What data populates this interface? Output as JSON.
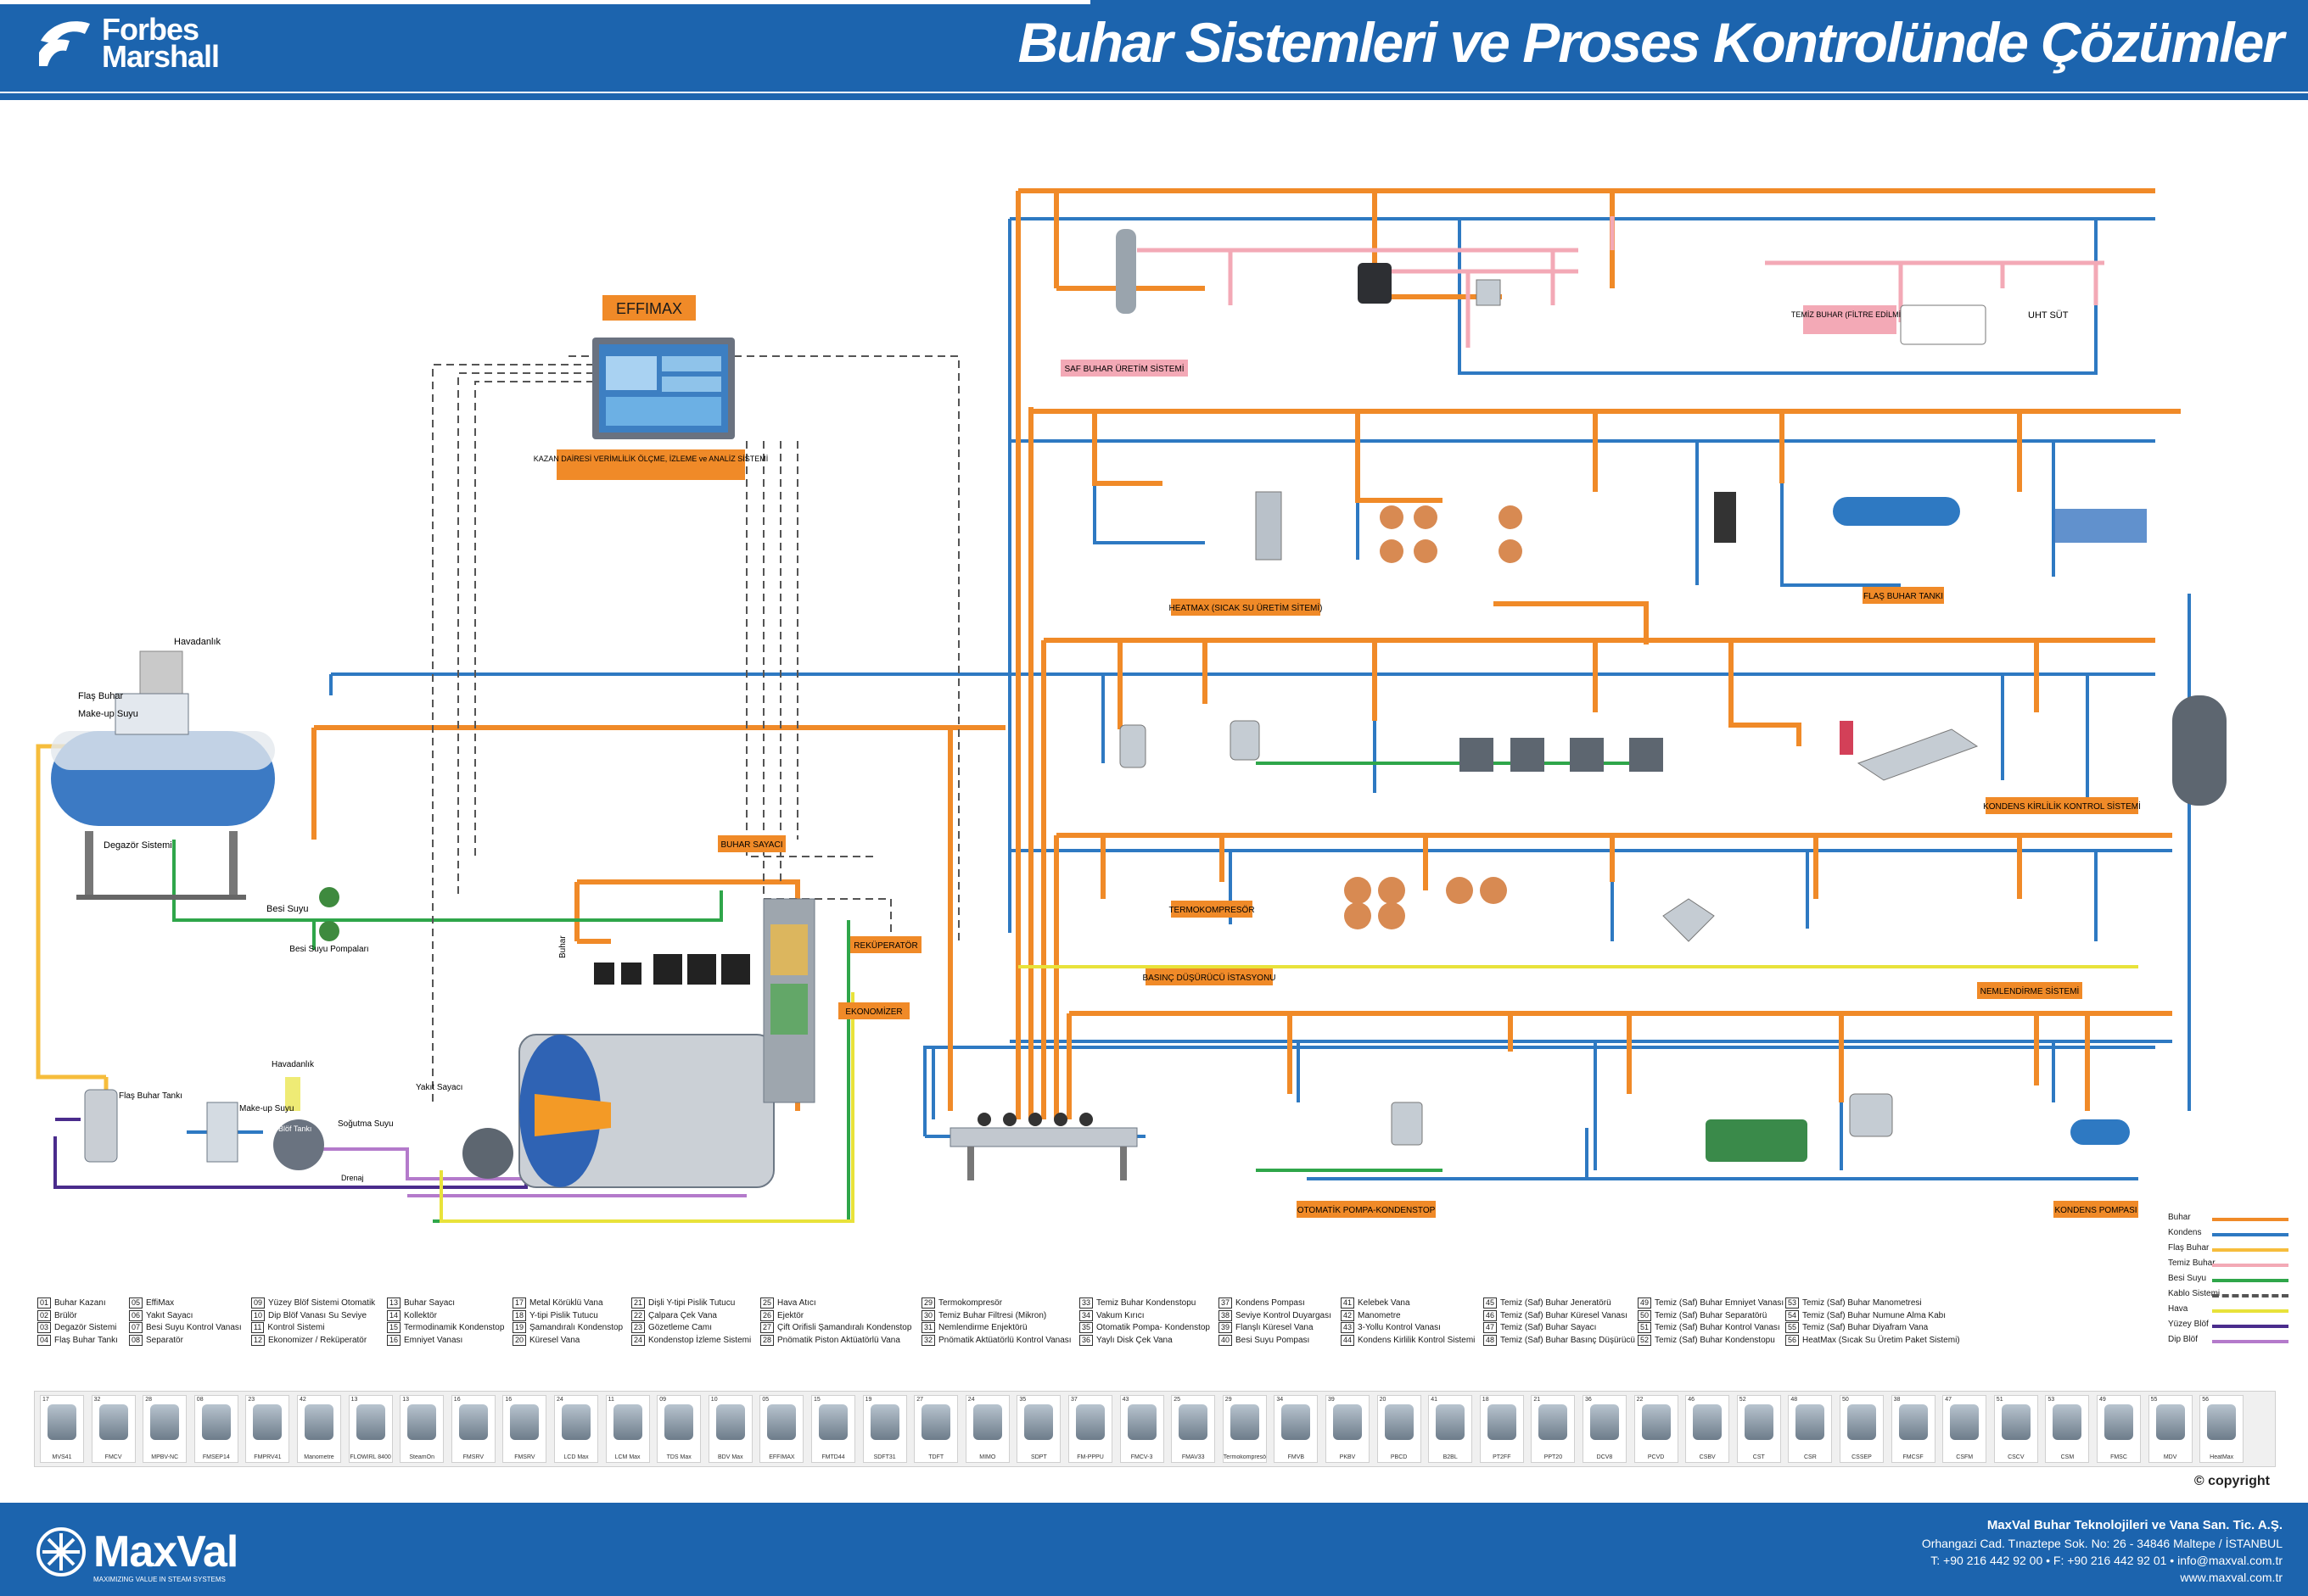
{
  "header": {
    "brand_line1": "Forbes",
    "brand_line2": "Marshall",
    "title": "Buhar Sistemleri ve Proses Kontrolünde Çözümler"
  },
  "colors": {
    "buhar": "#f08a28",
    "kondens": "#2e79c2",
    "flas_buhar": "#f6bd3c",
    "temiz_buhar": "#f3a9b6",
    "besi_suyu": "#2fa64a",
    "kablo": "#555555",
    "hava": "#e8e23a",
    "yuzey_blof": "#4a2c8c",
    "dip_blof": "#b47acb"
  },
  "labels": {
    "effimax": "EFFIMAX",
    "effimax_caption": "KAZAN DAİRESİ VERİMLİLİK ÖLÇME, İZLEME ve ANALİZ SİSTEMİ",
    "havadanlik": "Havadanlık",
    "flas_buhar": "Flaş Buhar",
    "makeup_suyu": "Make-up Suyu",
    "degazor": "Degazör Sistemi",
    "besi_suyu": "Besi Suyu",
    "besi_suyu_pompalari": "Besi Suyu Pompaları",
    "buhar_sayaci": "BUHAR SAYACI",
    "rekuperator": "REKÜPERATÖR",
    "ekonomizer": "EKONOMİZER",
    "buhar": "Buhar",
    "flas_buhar_tanki": "Flaş Buhar Tankı",
    "havadanlik2": "Havadanlık",
    "makeup_suyu2": "Make-up Suyu",
    "blof_tanki": "Blöf Tankı",
    "sogutma_suyu": "Soğutma Suyu",
    "yakit_sayaci": "Yakıt Sayacı",
    "drenaj": "Drenaj",
    "saf_buhar": "SAF BUHAR ÜRETİM SİSTEMİ",
    "temiz_buhar": "TEMİZ BUHAR (FİLTRE EDİLMİŞ)",
    "uht": "UHT SÜT",
    "heatmax": "HEATMAX (SICAK SU ÜRETİM SİTEMİ)",
    "flas_buhar_tanki_box": "FLAŞ BUHAR TANKI",
    "kondens_kirlilik": "KONDENS KİRLİLİK KONTROL SİSTEMİ",
    "termokompresor": "TERMOKOMPRESÖR",
    "basinc_dusurucu": "BASINÇ DÜŞÜRÜCÜ İSTASYONU",
    "nemlendirme": "NEMLENDİRME SİSTEMİ",
    "otomatik_pompa": "OTOMATİK POMPA-KONDENSTOP",
    "kondens_pompasi": "KONDENS POMPASI"
  },
  "line_legend": [
    {
      "label": "Buhar",
      "color": "#f08a28",
      "dash": false
    },
    {
      "label": "Kondens",
      "color": "#2e79c2",
      "dash": false
    },
    {
      "label": "Flaş Buhar",
      "color": "#f6bd3c",
      "dash": false
    },
    {
      "label": "Temiz Buhar",
      "color": "#f3a9b6",
      "dash": false
    },
    {
      "label": "Besi Suyu",
      "color": "#2fa64a",
      "dash": false
    },
    {
      "label": "Kablo Sistemi",
      "color": "#555555",
      "dash": true
    },
    {
      "label": "Hava",
      "color": "#e8e23a",
      "dash": false
    },
    {
      "label": "Yüzey Blöf",
      "color": "#4a2c8c",
      "dash": false
    },
    {
      "label": "Dip Blöf",
      "color": "#b47acb",
      "dash": false
    }
  ],
  "legend_columns": [
    [
      {
        "n": "01",
        "t": "Buhar Kazanı"
      },
      {
        "n": "02",
        "t": "Brülör"
      },
      {
        "n": "03",
        "t": "Degazör Sistemi"
      },
      {
        "n": "04",
        "t": "Flaş Buhar Tankı"
      }
    ],
    [
      {
        "n": "05",
        "t": "EffiMax"
      },
      {
        "n": "06",
        "t": "Yakıt Sayacı"
      },
      {
        "n": "07",
        "t": "Besi Suyu Kontrol Vanası"
      },
      {
        "n": "08",
        "t": "Separatör"
      }
    ],
    [
      {
        "n": "09",
        "t": "Yüzey Blöf Sistemi Otomatik"
      },
      {
        "n": "10",
        "t": "Dip Blöf Vanası Su Seviye"
      },
      {
        "n": "11",
        "t": "Kontrol Sistemi"
      },
      {
        "n": "12",
        "t": "Ekonomizer / Reküperatör"
      }
    ],
    [
      {
        "n": "13",
        "t": "Buhar Sayacı"
      },
      {
        "n": "14",
        "t": "Kollektör"
      },
      {
        "n": "15",
        "t": "Termodinamik Kondenstop"
      },
      {
        "n": "16",
        "t": "Emniyet Vanası"
      }
    ],
    [
      {
        "n": "17",
        "t": "Metal Körüklü Vana"
      },
      {
        "n": "18",
        "t": "Y-tipi Pislik Tutucu"
      },
      {
        "n": "19",
        "t": "Şamandıralı Kondenstop"
      },
      {
        "n": "20",
        "t": "Küresel Vana"
      }
    ],
    [
      {
        "n": "21",
        "t": "Dişli Y-tipi Pislik Tutucu"
      },
      {
        "n": "22",
        "t": "Çalpara Çek Vana"
      },
      {
        "n": "23",
        "t": "Gözetleme Camı"
      },
      {
        "n": "24",
        "t": "Kondenstop İzleme Sistemi"
      }
    ],
    [
      {
        "n": "25",
        "t": "Hava Atıcı"
      },
      {
        "n": "26",
        "t": "Ejektör"
      },
      {
        "n": "27",
        "t": "Çift Orifisli Şamandıralı Kondenstop"
      },
      {
        "n": "28",
        "t": "Pnömatik Piston Aktüatörlü Vana"
      }
    ],
    [
      {
        "n": "29",
        "t": "Termokompresör"
      },
      {
        "n": "30",
        "t": "Temiz Buhar Filtresi (Mikron)"
      },
      {
        "n": "31",
        "t": "Nemlendirme Enjektörü"
      },
      {
        "n": "32",
        "t": "Pnömatik Aktüatörlü Kontrol Vanası"
      }
    ],
    [
      {
        "n": "33",
        "t": "Temiz Buhar Kondenstopu"
      },
      {
        "n": "34",
        "t": "Vakum Kırıcı"
      },
      {
        "n": "35",
        "t": "Otomatik Pompa- Kondenstop"
      },
      {
        "n": "36",
        "t": "Yaylı Disk Çek Vana"
      }
    ],
    [
      {
        "n": "37",
        "t": "Kondens Pompası"
      },
      {
        "n": "38",
        "t": "Seviye Kontrol Duyargası"
      },
      {
        "n": "39",
        "t": "Flanşlı Küresel Vana"
      },
      {
        "n": "40",
        "t": "Besi Suyu Pompası"
      }
    ],
    [
      {
        "n": "41",
        "t": "Kelebek Vana"
      },
      {
        "n": "42",
        "t": "Manometre"
      },
      {
        "n": "43",
        "t": "3-Yollu Kontrol Vanası"
      },
      {
        "n": "44",
        "t": "Kondens Kirlilik Kontrol Sistemi"
      }
    ],
    [
      {
        "n": "45",
        "t": "Temiz (Saf) Buhar Jeneratörü"
      },
      {
        "n": "46",
        "t": "Temiz (Saf) Buhar Küresel Vanası"
      },
      {
        "n": "47",
        "t": "Temiz (Saf) Buhar Sayacı"
      },
      {
        "n": "48",
        "t": "Temiz (Saf) Buhar Basınç Düşürücü"
      }
    ],
    [
      {
        "n": "49",
        "t": "Temiz (Saf) Buhar Emniyet Vanası"
      },
      {
        "n": "50",
        "t": "Temiz (Saf) Buhar Separatörü"
      },
      {
        "n": "51",
        "t": "Temiz (Saf) Buhar Kontrol Vanası"
      },
      {
        "n": "52",
        "t": "Temiz (Saf) Buhar Kondenstopu"
      }
    ],
    [
      {
        "n": "53",
        "t": "Temiz (Saf) Buhar Manometresi"
      },
      {
        "n": "54",
        "t": "Temiz (Saf) Buhar Numune Alma Kabı"
      },
      {
        "n": "55",
        "t": "Temiz (Saf) Buhar Diyafram Vana"
      },
      {
        "n": "56",
        "t": "HeatMax (Sıcak Su Üretim Paket Sistemi)"
      }
    ]
  ],
  "products": [
    {
      "n": "17",
      "c": "MVS41"
    },
    {
      "n": "32",
      "c": "FMCV"
    },
    {
      "n": "28",
      "c": "MPBV-NC"
    },
    {
      "n": "08",
      "c": "FMSEP14"
    },
    {
      "n": "23",
      "c": "FMPRV41"
    },
    {
      "n": "42",
      "c": "Manometre"
    },
    {
      "n": "13",
      "c": "FLOWIRL 8400"
    },
    {
      "n": "13",
      "c": "SteamOn"
    },
    {
      "n": "16",
      "c": "FMSRV"
    },
    {
      "n": "16",
      "c": "FMSRV"
    },
    {
      "n": "24",
      "c": "LCD Max"
    },
    {
      "n": "11",
      "c": "LCM Max"
    },
    {
      "n": "09",
      "c": "TDS Max"
    },
    {
      "n": "10",
      "c": "BDV Max"
    },
    {
      "n": "05",
      "c": "EFFIMAX"
    },
    {
      "n": "15",
      "c": "FMTD44"
    },
    {
      "n": "19",
      "c": "SDFT31"
    },
    {
      "n": "27",
      "c": "TDFT"
    },
    {
      "n": "24",
      "c": "MIMO"
    },
    {
      "n": "35",
      "c": "SDPT"
    },
    {
      "n": "37",
      "c": "FM-PPPU"
    },
    {
      "n": "43",
      "c": "FMCV-3"
    },
    {
      "n": "25",
      "c": "FMAV33"
    },
    {
      "n": "29",
      "c": "Termokompresör"
    },
    {
      "n": "34",
      "c": "FMVB"
    },
    {
      "n": "39",
      "c": "PKBV"
    },
    {
      "n": "20",
      "c": "PBCD"
    },
    {
      "n": "41",
      "c": "B2BL"
    },
    {
      "n": "18",
      "c": "PT2FF"
    },
    {
      "n": "21",
      "c": "PPT20"
    },
    {
      "n": "36",
      "c": "DCV8"
    },
    {
      "n": "22",
      "c": "PCVD"
    },
    {
      "n": "46",
      "c": "CSBV"
    },
    {
      "n": "52",
      "c": "CST"
    },
    {
      "n": "48",
      "c": "CSR"
    },
    {
      "n": "50",
      "c": "CSSEP"
    },
    {
      "n": "38",
      "c": "FMCSF"
    },
    {
      "n": "47",
      "c": "CSFM"
    },
    {
      "n": "51",
      "c": "CSCV"
    },
    {
      "n": "53",
      "c": "CSM"
    },
    {
      "n": "49",
      "c": "FMSC"
    },
    {
      "n": "55",
      "c": "MDV"
    },
    {
      "n": "56",
      "c": "HeatMax"
    }
  ],
  "copyright": "© copyright",
  "footer": {
    "brand": "MaxVal",
    "tagline": "MAXIMIZING VALUE IN STEAM SYSTEMS",
    "company": "MaxVal Buhar Teknolojileri ve Vana San. Tic. A.Ş.",
    "address": "Orhangazi Cad. Tınaztepe Sok. No: 26 - 34846 Maltepe / İSTANBUL",
    "phone": "T: +90 216 442 92 00 • F: +90 216 442 92 01 • info@maxval.com.tr",
    "web": "www.maxval.com.tr"
  }
}
